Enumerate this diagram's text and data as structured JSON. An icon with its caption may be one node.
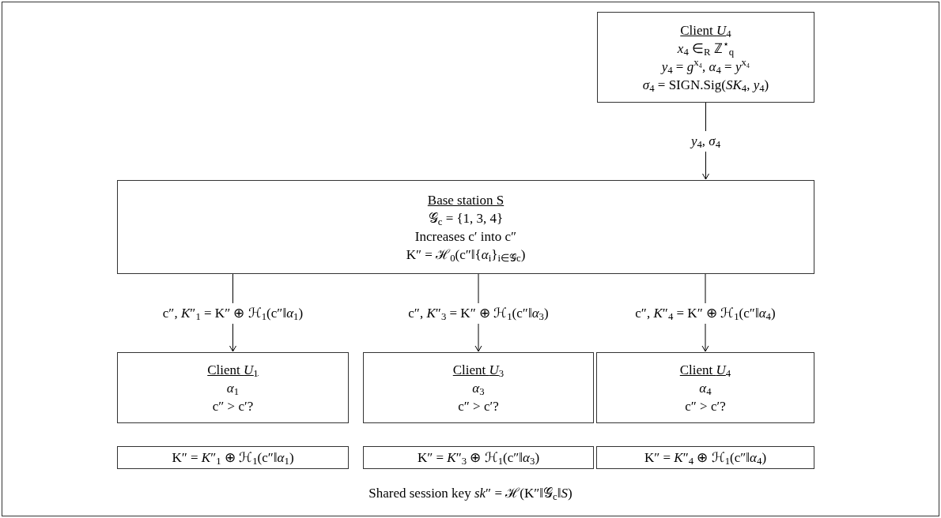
{
  "diagram": {
    "nodes": [
      {
        "text": [
          "Client *U*$_{4}$",
          "*x*$_{4}$ ∈$_{R}$ ℤ$^{⋆}$$_{q}$",
          "*y*$_{4}$ = *g*$^{x₄}$, *α*$_{4}$ = *y*$^{x₄}$",
          "*σ*$_{4}$ = SIGN.Sig(*SK*$_{4}$, *y*$_{4}$)"
        ]
      },
      {
        "text": [
          "Base station S",
          "𝒢$_{c}$ = {1, 3, 4}",
          "Increases c′ into c″",
          "K″ = ℋ$_{0}$(c″‖{*α*$_{i}$}$_{i∈𝒢c}$)"
        ]
      },
      {
        "text": [
          "Client *U*$_{1}$",
          "*α*$_{1}$",
          "c″ > c′?"
        ]
      },
      {
        "text": [
          "Client *U*$_{3}$",
          "*α*$_{3}$",
          "c″ > c′?"
        ]
      },
      {
        "text": [
          "Client *U*$_{4}$",
          "*α*$_{4}$",
          "c″ > c′?"
        ]
      },
      {
        "text": [
          "K″ = *K*″$_{1}$ ⊕ ℋ$_{1}$(c″‖*α*$_{1}$)"
        ]
      },
      {
        "text": [
          "K″ = *K*″$_{3}$ ⊕ ℋ$_{1}$(c″‖*α*$_{3}$)"
        ]
      },
      {
        "text": [
          "K″ = *K*″$_{4}$ ⊕ ℋ$_{1}$(c″‖*α*$_{4}$)"
        ]
      }
    ],
    "edges": [
      {
        "from": 0,
        "to": 1,
        "arrow": "to",
        "label": "*y*$_{4}$, *σ*$_{4}$"
      },
      {
        "from": 1,
        "to": 2,
        "arrow": "to",
        "label": "c″, *K*″$_{1}$ = K″ ⊕ ℋ$_{1}$(c″‖*α*$_{1}$)"
      },
      {
        "from": 1,
        "to": 3,
        "arrow": "to",
        "label": "c″, *K*″$_{3}$ = K″ ⊕ ℋ$_{1}$(c″‖*α*$_{3}$)"
      },
      {
        "from": 1,
        "to": 4,
        "arrow": "to",
        "label": "c″, *K*″$_{4}$ = K″ ⊕ ℋ$_{1}$(c″‖*α*$_{4}$)"
      }
    ],
    "labels": [
      "Shared session key *sk*″ = ℋ(K″‖𝒢$_{c}$‖*S*)"
    ]
  }
}
